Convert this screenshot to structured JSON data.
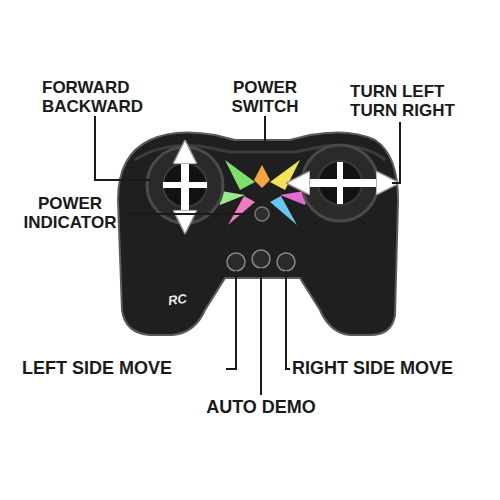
{
  "diagram": {
    "labels": [
      "FORWARD BACKWARD",
      "POWER SWITCH",
      "TURN LEFT TURN RIGHT",
      "POWER INDICATOR",
      "LEFT SIDE MOVE",
      "AUTO DEMO",
      "RIGHT SIDE MOVE",
      "RC"
    ]
  }
}
